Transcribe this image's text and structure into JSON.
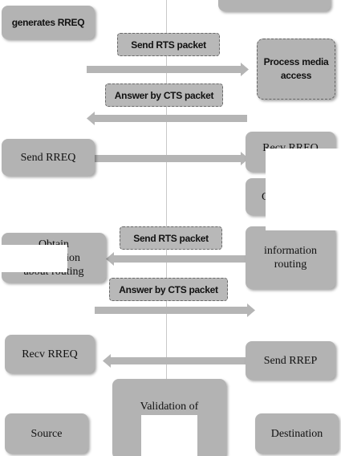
{
  "boxes": {
    "generates_rreq": "generates RREQ",
    "process_media_access": "Process media access",
    "send_rreq": "Send RREQ",
    "recv_rreq_top": "Recv RREQ",
    "c_partial": "C",
    "obtain_info": "Obtain information about routing",
    "info_routing": "information routing",
    "recv_rreq_bottom": "Recv RREQ",
    "send_rrep": "Send RREP",
    "validation": "Validation of information",
    "source": "Source",
    "destination": "Destination"
  },
  "labels": {
    "send_rts_1": "Send RTS packet",
    "answer_cts_1": "Answer by CTS packet",
    "send_rts_2": "Send RTS packet",
    "answer_cts_2": "Answer by CTS packet"
  }
}
